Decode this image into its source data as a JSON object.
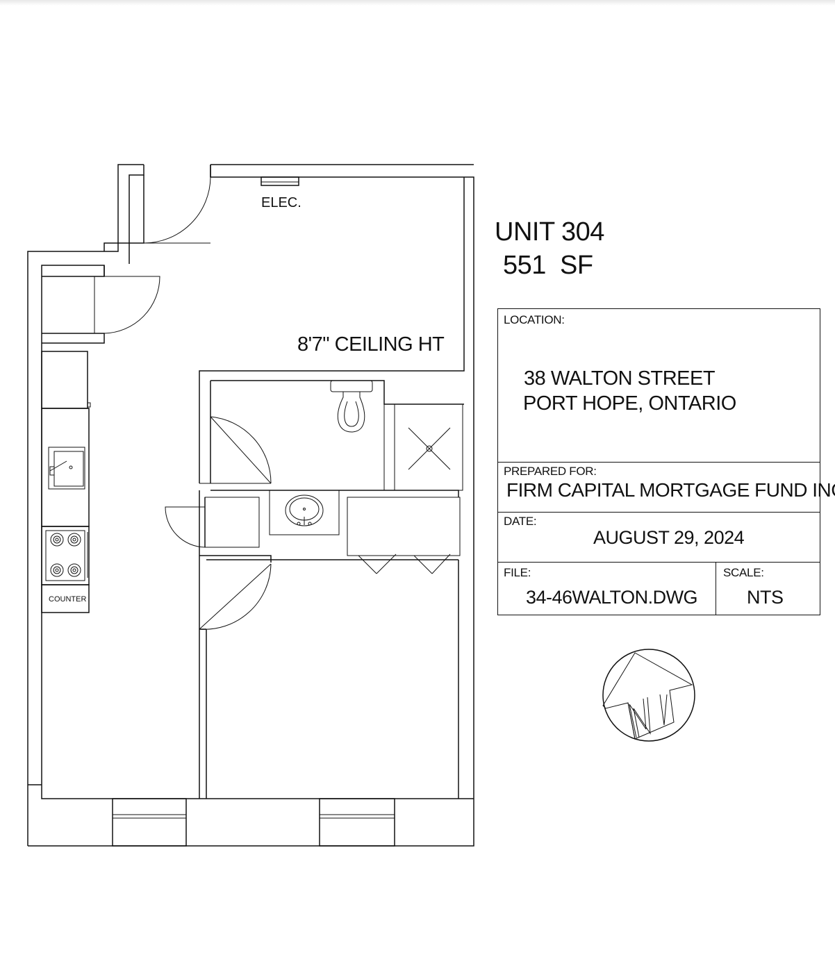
{
  "plan": {
    "elec_label": "ELEC.",
    "ceiling_label": "8'7\" CEILING HT",
    "counter_label": "COUNTER"
  },
  "unit": {
    "title": "UNIT 304",
    "area": "551  SF"
  },
  "title_block": {
    "location_label": "LOCATION:",
    "address_line1": "38 WALTON STREET",
    "address_line2": "PORT HOPE, ONTARIO",
    "prepared_for_label": "PREPARED FOR:",
    "prepared_for_value": "FIRM CAPITAL MORTGAGE FUND INC",
    "date_label": "DATE:",
    "date_value": "AUGUST 29, 2024",
    "file_label": "FILE:",
    "file_value": "34-46WALTON.DWG",
    "scale_label": "SCALE:",
    "scale_value": "NTS"
  },
  "north_arrow": {
    "letter": "N"
  }
}
